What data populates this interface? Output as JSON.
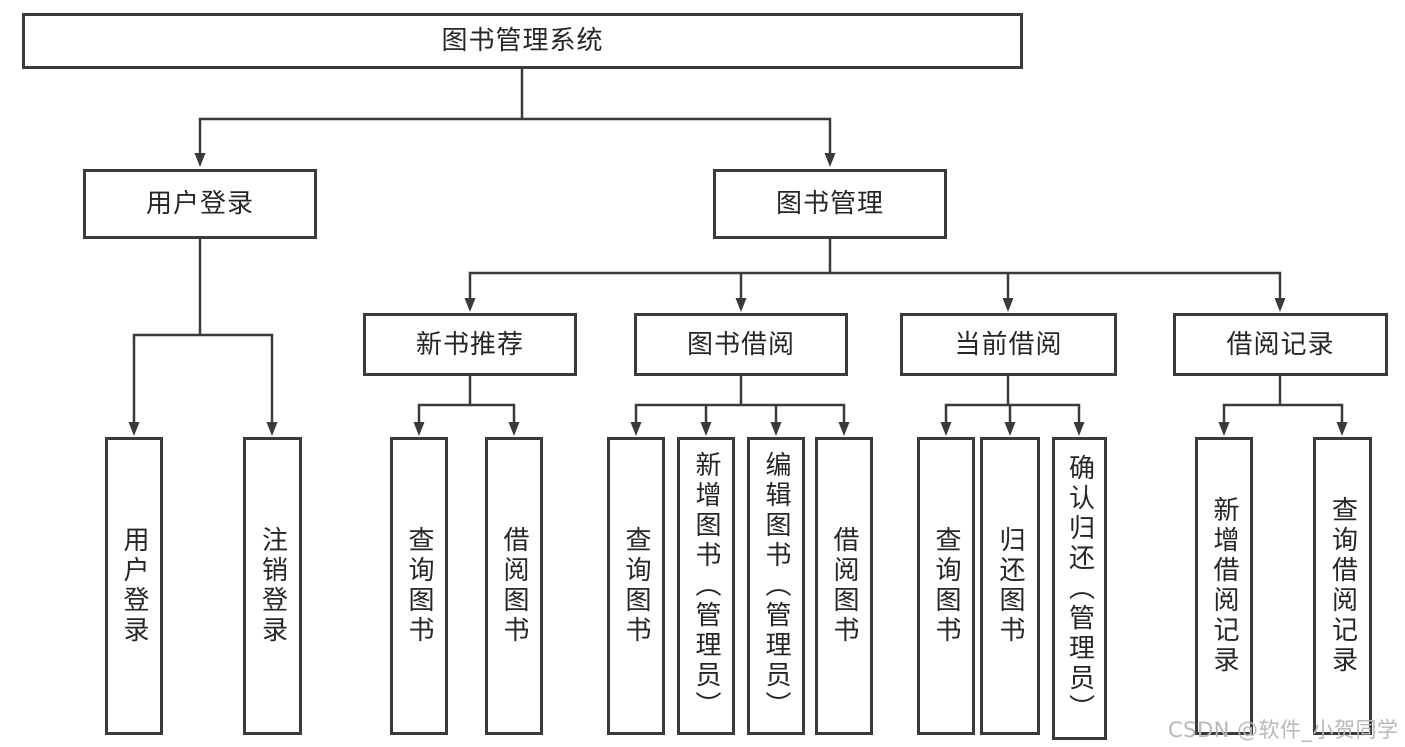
{
  "tree": {
    "root": "图书管理系统",
    "level2": [
      "用户登录",
      "图书管理"
    ],
    "level3": [
      "新书推荐",
      "图书借阅",
      "当前借阅",
      "借阅记录"
    ],
    "leaves": {
      "user_login": [
        "用户登录",
        "注销登录"
      ],
      "new_book_recommend": [
        "查询图书",
        "借阅图书"
      ],
      "book_borrow": [
        "查询图书",
        "新增图书（管理员）",
        "编辑图书（管理员）",
        "借阅图书"
      ],
      "current_borrow": [
        "查询图书",
        "归还图书",
        "确认归还（管理员）"
      ],
      "borrow_records": [
        "新增借阅记录",
        "查询借阅记录"
      ]
    }
  },
  "watermark": "CSDN @软件_小贺同学",
  "colors": {
    "line": "#3a3a3a",
    "text": "#262626",
    "watermark": "#b8b8b8",
    "background": "#ffffff"
  }
}
